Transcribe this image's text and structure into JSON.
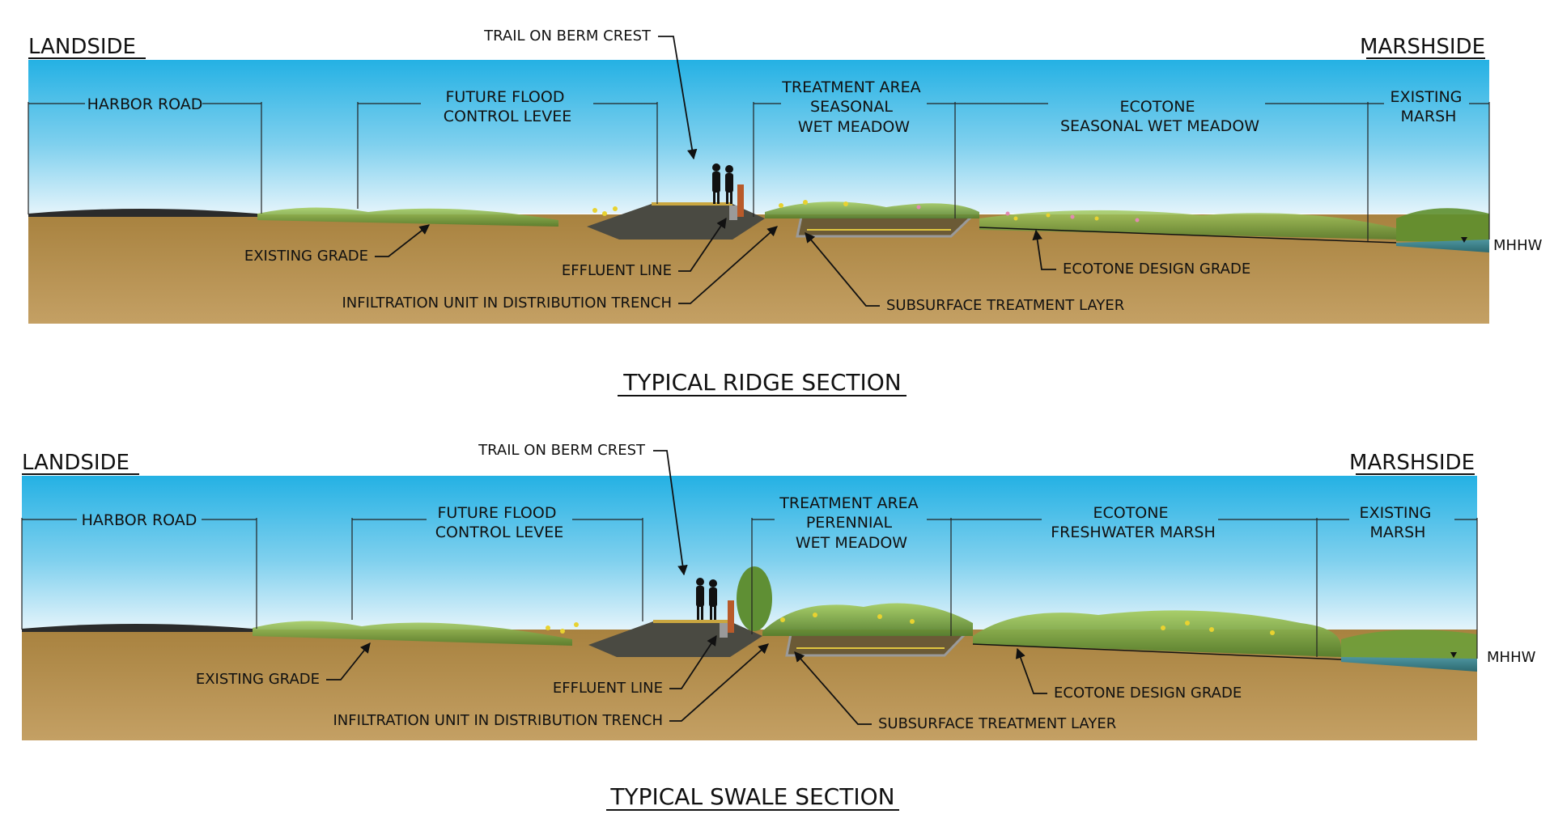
{
  "sections": [
    {
      "landside": "LANDSIDE",
      "marshside": "MARSHSIDE",
      "zones": [
        {
          "id": "road",
          "lines": [
            "HARBOR ROAD"
          ]
        },
        {
          "id": "levee",
          "lines": [
            "FUTURE FLOOD",
            "CONTROL LEVEE"
          ]
        },
        {
          "id": "treat",
          "lines": [
            "TREATMENT AREA",
            "SEASONAL",
            "WET MEADOW"
          ]
        },
        {
          "id": "ecot",
          "lines": [
            "ECOTONE",
            "SEASONAL WET MEADOW"
          ]
        },
        {
          "id": "marsh",
          "lines": [
            "EXISTING",
            "MARSH"
          ]
        }
      ],
      "callouts": {
        "trail": "TRAIL ON BERM CREST",
        "existing_grade": "EXISTING GRADE",
        "effluent": "EFFLUENT LINE",
        "infiltration": "INFILTRATION UNIT IN DISTRIBUTION TRENCH",
        "subsurface": "SUBSURFACE TREATMENT LAYER",
        "ecotone_grade": "ECOTONE DESIGN GRADE",
        "mhhw": "MHHW"
      },
      "caption": "TYPICAL RIDGE SECTION"
    },
    {
      "landside": "LANDSIDE",
      "marshside": "MARSHSIDE",
      "zones": [
        {
          "id": "road",
          "lines": [
            "HARBOR ROAD"
          ]
        },
        {
          "id": "levee",
          "lines": [
            "FUTURE FLOOD",
            "CONTROL LEVEE"
          ]
        },
        {
          "id": "treat",
          "lines": [
            "TREATMENT AREA",
            "PERENNIAL",
            "WET MEADOW"
          ]
        },
        {
          "id": "ecot",
          "lines": [
            "ECOTONE",
            "FRESHWATER MARSH"
          ]
        },
        {
          "id": "marsh",
          "lines": [
            "EXISTING",
            "MARSH"
          ]
        }
      ],
      "callouts": {
        "trail": "TRAIL ON BERM CREST",
        "existing_grade": "EXISTING GRADE",
        "effluent": "EFFLUENT LINE",
        "infiltration": "INFILTRATION UNIT IN DISTRIBUTION TRENCH",
        "subsurface": "SUBSURFACE TREATMENT LAYER",
        "ecotone_grade": "ECOTONE DESIGN GRADE",
        "mhhw": "MHHW"
      },
      "caption": "TYPICAL SWALE SECTION"
    }
  ],
  "colors": {
    "sky_top": "#2bb5e6",
    "sky_bottom": "#d9f0fa",
    "soil": "#b08a4e",
    "soil_dark": "#8a6a36",
    "road": "#2b2b2b",
    "grass": "#6f9a3a",
    "grass_light": "#9cc25a",
    "flowers": "#e8d230",
    "water": "#3a7f85",
    "berm": "#4a4a42",
    "pipe": "#b85a2a"
  }
}
